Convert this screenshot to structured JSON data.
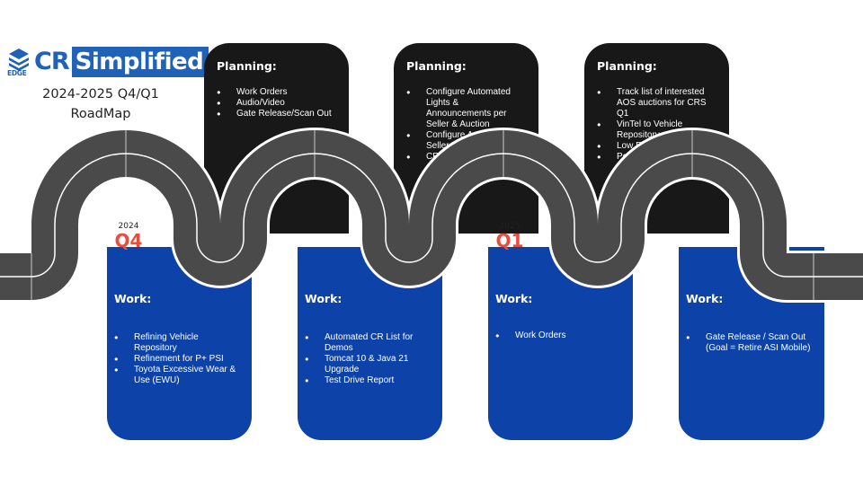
{
  "logo": {
    "edge_text": "EDGE",
    "cr_text": "CR",
    "simplified_text": "Simplified",
    "icon": "edge-stack-icon"
  },
  "subtitle": {
    "line1": "2024-2025 Q4/Q1",
    "line2": "RoadMap"
  },
  "colors": {
    "work_blue": "#0d43a8",
    "planning_black": "#181818",
    "road": "#4a4a4a",
    "quarter_red": "#e84c3d",
    "logo_blue": "#1f62b8"
  },
  "quarters": [
    {
      "year": "2024",
      "label": "Q4"
    },
    {
      "year": "2025",
      "label": "Q1"
    }
  ],
  "planning": [
    {
      "title": "Planning:",
      "items": [
        "Work Orders",
        "Audio/Video",
        "Gate Release/Scan Out"
      ]
    },
    {
      "title": "Planning:",
      "items": [
        "Configure Automated Lights & Announcements per Seller & Auction",
        "Configure AutoGrade Seller & Auction",
        "CRS requirements for AOS"
      ]
    },
    {
      "title": "Planning:",
      "items": [
        "Track list of interested AOS auctions for CRS Q1",
        "VinTel to Vehicle Repository",
        "Low Fidelity “Quick” CR",
        "Powersport/Boat/RV CRs"
      ]
    }
  ],
  "work": [
    {
      "title": "Work:",
      "items": [
        "Refining Vehicle Repository",
        "Refinement for P+ PSI",
        "Toyota Excessive Wear & Use (EWU)"
      ]
    },
    {
      "title": "Work:",
      "items": [
        "Automated CR List for Demos",
        "Tomcat 10 & Java 21 Upgrade",
        "Test Drive Report"
      ]
    },
    {
      "title": "Work:",
      "items": [
        "Work Orders"
      ]
    },
    {
      "title": "Work:",
      "items": [
        "Gate Release / Scan Out (Goal = Retire ASI Mobile)"
      ]
    }
  ]
}
